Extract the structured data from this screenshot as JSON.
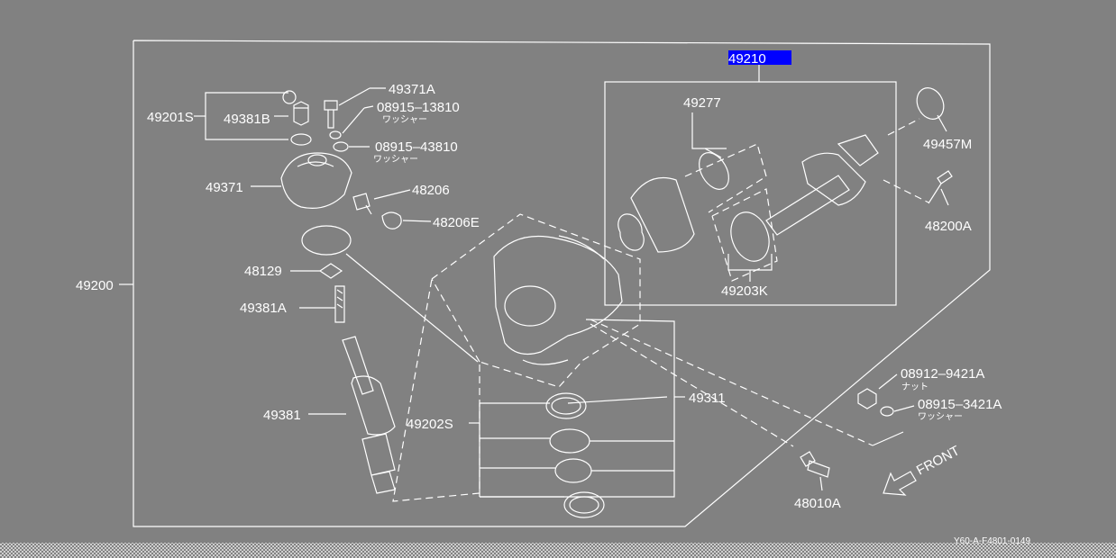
{
  "diagram": {
    "background": "#818181",
    "line_color": "#ffffff",
    "highlight_color": "#0000ff",
    "reference_code": "Y60-A-F4801-0149",
    "front_arrow_label": "FRONT",
    "labels": {
      "p49201S": "49201S",
      "p49381B": "49381B",
      "p49371A": "49371A",
      "p08915_13810": "08915–13810",
      "p08915_13810_sub": "ワッシャー",
      "p08915_43810": "08915–43810",
      "p08915_43810_sub": "ワッシャー",
      "p49371": "49371",
      "p48206": "48206",
      "p48206E": "48206E",
      "p48129": "48129",
      "p49381A": "49381A",
      "p49200": "49200",
      "p49381": "49381",
      "p49202S": "49202S",
      "p49311": "49311",
      "p49210": "49210",
      "p49277": "49277",
      "p49457M": "49457M",
      "p48200A": "48200A",
      "p49203K": "49203K",
      "p08912_9421A": "08912–9421A",
      "p08912_9421A_sub": "ナット",
      "p08915_3421A": "08915–3421A",
      "p08915_3421A_sub": "ワッシャー",
      "p48010A": "48010A"
    },
    "selected_part": "49210"
  }
}
